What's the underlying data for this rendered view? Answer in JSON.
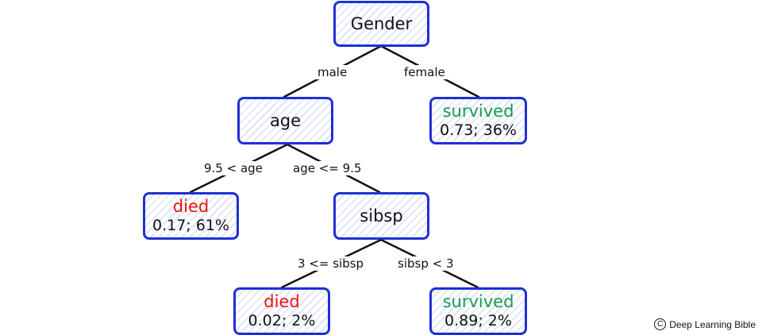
{
  "nodes": {
    "gender": {
      "label": "Gender"
    },
    "age": {
      "label": "age"
    },
    "female_leaf": {
      "label": "survived",
      "value": "0.73; 36%"
    },
    "young_leaf": {
      "label": "died",
      "value": "0.17; 61%"
    },
    "sibsp": {
      "label": "sibsp"
    },
    "sibsp_many_leaf": {
      "label": "died",
      "value": "0.02; 2%"
    },
    "sibsp_few_leaf": {
      "label": "survived",
      "value": "0.89; 2%"
    }
  },
  "edges": {
    "male": "male",
    "female": "female",
    "age_gt": "9.5 < age",
    "age_le": "age <= 9.5",
    "sibsp_ge": "3 <= sibsp",
    "sibsp_lt": "sibsp < 3"
  },
  "credit": {
    "symbol": "C",
    "text": "Deep Learning Bible"
  },
  "colors": {
    "node_border": "#1e2fd6",
    "survived": "#1a9a52",
    "died": "#ee1111"
  }
}
